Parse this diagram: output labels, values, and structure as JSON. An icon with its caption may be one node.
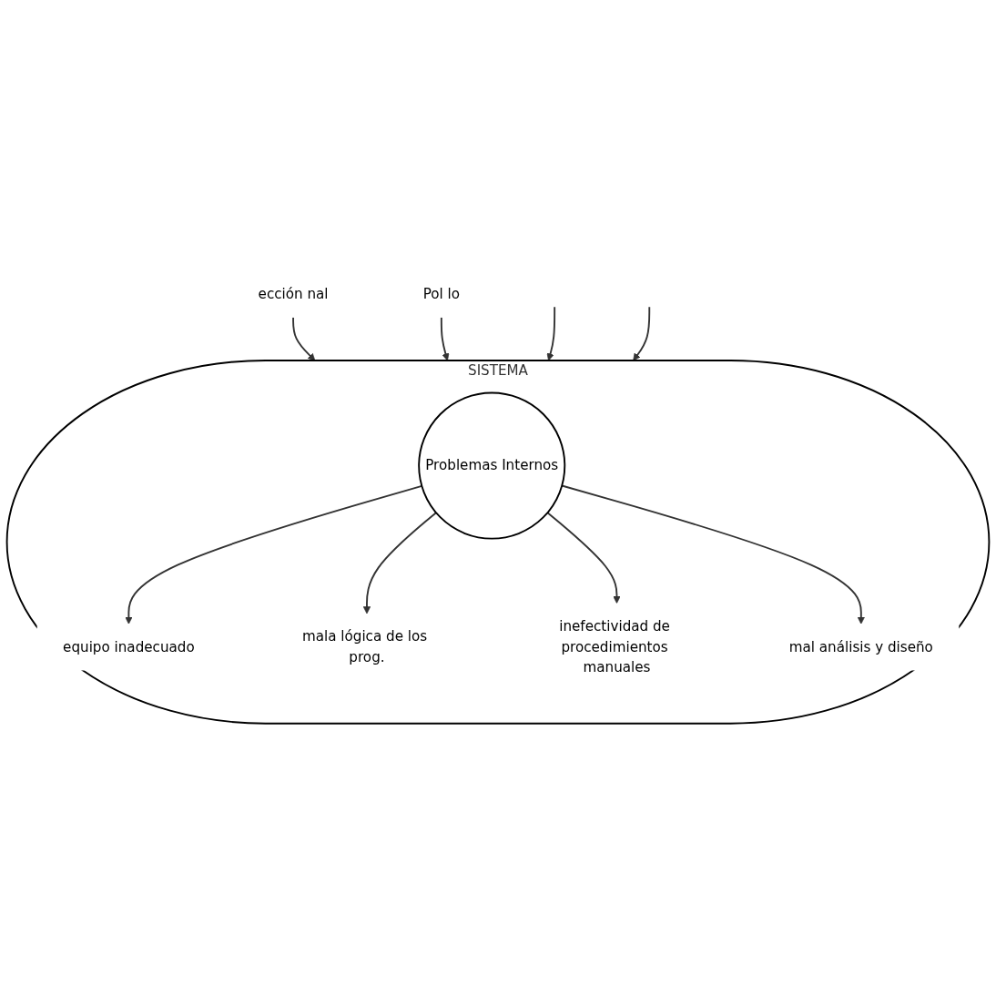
{
  "diagram": {
    "nodes": [
      {
        "text": [
          "SISTEMA"
        ]
      },
      {
        "text": [
          "Problemas Internos"
        ],
        "in": 0
      },
      {
        "text": [
          "equipo inadecuado"
        ],
        "in": 0
      },
      {
        "text": [
          "mala lógica de los prog."
        ],
        "in": 0
      },
      {
        "text": [
          "inefectividad de procedimientos manuales"
        ],
        "in": 0
      },
      {
        "text": [
          "mal análisis y diseño"
        ],
        "in": 0
      },
      {
        "text": [
          "ección nal"
        ]
      },
      {
        "text": [
          "Pol lo"
        ]
      }
    ],
    "edges": [
      {
        "from": 6,
        "to": 0,
        "arrow": "to"
      },
      {
        "from": 7,
        "to": 0,
        "arrow": "to"
      },
      {
        "from": 1,
        "to": 2,
        "arrow": "to"
      },
      {
        "from": 1,
        "to": 3,
        "arrow": "to"
      },
      {
        "from": 1,
        "to": 4,
        "arrow": "to"
      },
      {
        "from": 1,
        "to": 5,
        "arrow": "to"
      },
      {
        "from": null,
        "to": 0,
        "arrow": "to"
      },
      {
        "from": null,
        "to": 0,
        "arrow": "to"
      }
    ]
  }
}
